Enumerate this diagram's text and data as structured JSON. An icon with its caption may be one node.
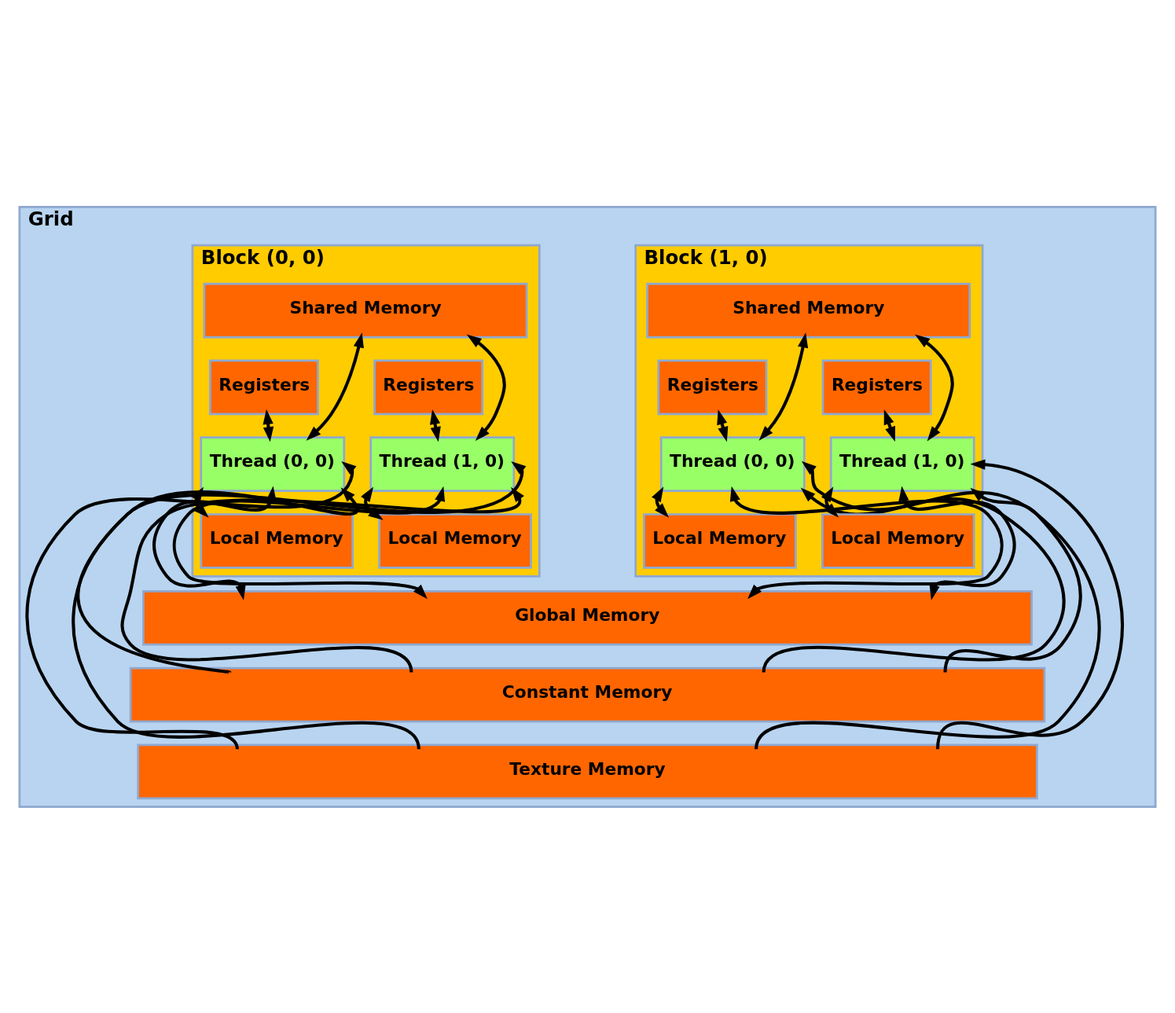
{
  "diagram": {
    "nodes": [
      {
        "text": [
          "Grid"
        ]
      },
      {
        "text": [
          "Block (0, 0)"
        ],
        "in": 0
      },
      {
        "text": [
          "Shared Memory"
        ],
        "in": 1
      },
      {
        "text": [
          "Registers"
        ],
        "in": 1
      },
      {
        "text": [
          "Registers"
        ],
        "in": 1
      },
      {
        "text": [
          "Thread (0, 0)"
        ],
        "in": 1
      },
      {
        "text": [
          "Thread (1, 0)"
        ],
        "in": 1
      },
      {
        "text": [
          "Local Memory"
        ],
        "in": 1
      },
      {
        "text": [
          "Local Memory"
        ],
        "in": 1
      },
      {
        "text": [
          "Block (1, 0)"
        ],
        "in": 0
      },
      {
        "text": [
          "Shared Memory"
        ],
        "in": 9
      },
      {
        "text": [
          "Registers"
        ],
        "in": 9
      },
      {
        "text": [
          "Registers"
        ],
        "in": 9
      },
      {
        "text": [
          "Thread (0, 0)"
        ],
        "in": 9
      },
      {
        "text": [
          "Thread (1, 0)"
        ],
        "in": 9
      },
      {
        "text": [
          "Local Memory"
        ],
        "in": 9
      },
      {
        "text": [
          "Local Memory"
        ],
        "in": 9
      },
      {
        "text": [
          "Global Memory"
        ],
        "in": 0
      },
      {
        "text": [
          "Constant Memory"
        ],
        "in": 0
      },
      {
        "text": [
          "Texture Memory"
        ],
        "in": 0
      }
    ],
    "edges": [
      {
        "from": 3,
        "to": 5,
        "arrow": "both"
      },
      {
        "from": 2,
        "to": 5,
        "arrow": "both"
      },
      {
        "from": 5,
        "to": 7,
        "arrow": "both"
      },
      {
        "from": 5,
        "to": 17,
        "arrow": "both"
      },
      {
        "from": 18,
        "to": 5,
        "arrow": "to"
      },
      {
        "from": 19,
        "to": 5,
        "arrow": "to"
      },
      {
        "from": 4,
        "to": 6,
        "arrow": "both"
      },
      {
        "from": 2,
        "to": 6,
        "arrow": "both"
      },
      {
        "from": 6,
        "to": 8,
        "arrow": "both"
      },
      {
        "from": 6,
        "to": 17,
        "arrow": "both"
      },
      {
        "from": 18,
        "to": 6,
        "arrow": "to"
      },
      {
        "from": 19,
        "to": 6,
        "arrow": "to"
      },
      {
        "from": 11,
        "to": 13,
        "arrow": "both"
      },
      {
        "from": 10,
        "to": 13,
        "arrow": "both"
      },
      {
        "from": 13,
        "to": 15,
        "arrow": "both"
      },
      {
        "from": 13,
        "to": 17,
        "arrow": "both"
      },
      {
        "from": 18,
        "to": 13,
        "arrow": "to"
      },
      {
        "from": 19,
        "to": 13,
        "arrow": "to"
      },
      {
        "from": 12,
        "to": 14,
        "arrow": "both"
      },
      {
        "from": 10,
        "to": 14,
        "arrow": "both"
      },
      {
        "from": 14,
        "to": 16,
        "arrow": "both"
      },
      {
        "from": 14,
        "to": 17,
        "arrow": "both"
      },
      {
        "from": 18,
        "to": 14,
        "arrow": "to"
      },
      {
        "from": 19,
        "to": 14,
        "arrow": "to"
      }
    ]
  }
}
